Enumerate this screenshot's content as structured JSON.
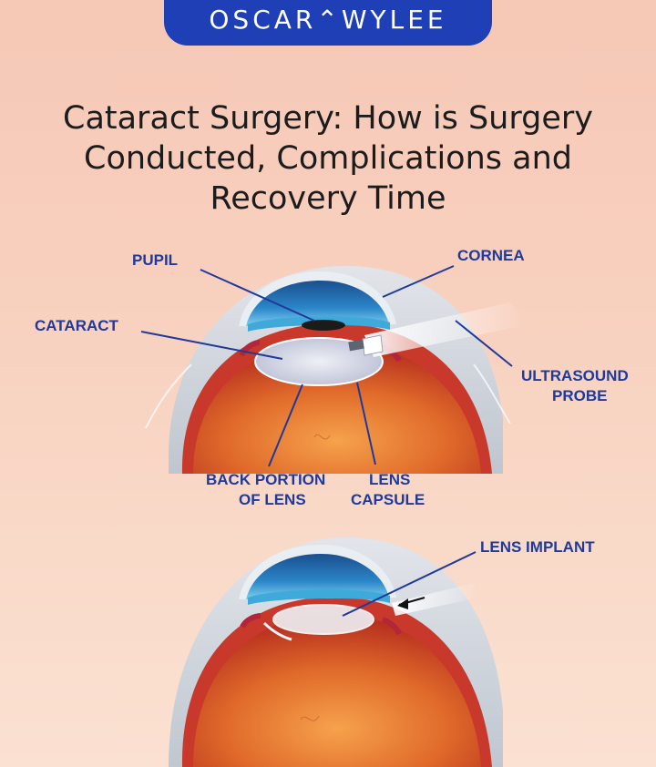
{
  "brand": {
    "name": "OSCAR⌃WYLEE"
  },
  "title": {
    "line1": "Cataract Surgery: How is Surgery",
    "line2": "Conducted, Complications and",
    "line3": "Recovery Time"
  },
  "diagram_top": {
    "labels": {
      "pupil": "PUPIL",
      "cornea": "CORNEA",
      "cataract": "CATARACT",
      "ultrasound_line1": "ULTRASOUND",
      "ultrasound_line2": "PROBE",
      "back_portion_line1": "BACK PORTION",
      "back_portion_line2": "OF LENS",
      "lens_capsule_line1": "LENS",
      "lens_capsule_line2": "CAPSULE"
    }
  },
  "diagram_bottom": {
    "labels": {
      "lens_implant": "LENS IMPLANT"
    }
  },
  "colors": {
    "brand_blue": "#1f3fb6",
    "label_blue": "#1f3a9a",
    "iris_blue": "#1e73b8",
    "eye_red": "#c9392b"
  }
}
